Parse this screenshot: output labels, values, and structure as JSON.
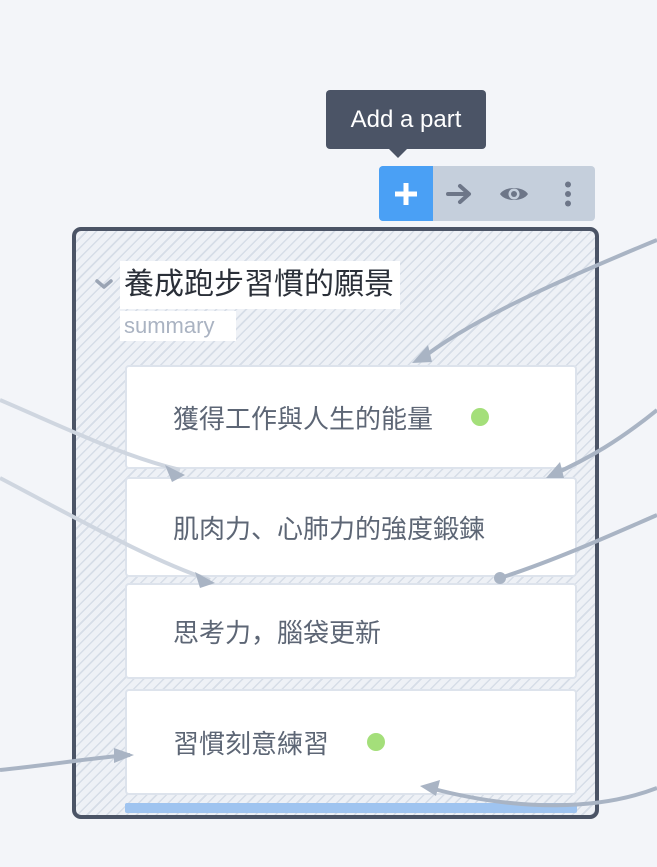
{
  "tooltip": {
    "text": "Add a part"
  },
  "toolbar": {
    "icons": [
      "plus-icon",
      "arrow-right-icon",
      "eye-icon",
      "more-vertical-icon"
    ]
  },
  "card": {
    "title": "養成跑步習慣的願景",
    "subtitle": "summary",
    "parts": [
      {
        "label": "獲得工作與人生的能量",
        "status_dot": true
      },
      {
        "label": "肌肉力、心肺力的強度鍛鍊",
        "status_dot": false
      },
      {
        "label": "思考力，腦袋更新",
        "status_dot": false
      },
      {
        "label": "習慣刻意練習",
        "status_dot": true
      }
    ]
  },
  "colors": {
    "accent": "#4aa0f5",
    "status_dot": "#a4df7a",
    "card_border": "#4b5466",
    "connector": "#a9b4c4"
  }
}
